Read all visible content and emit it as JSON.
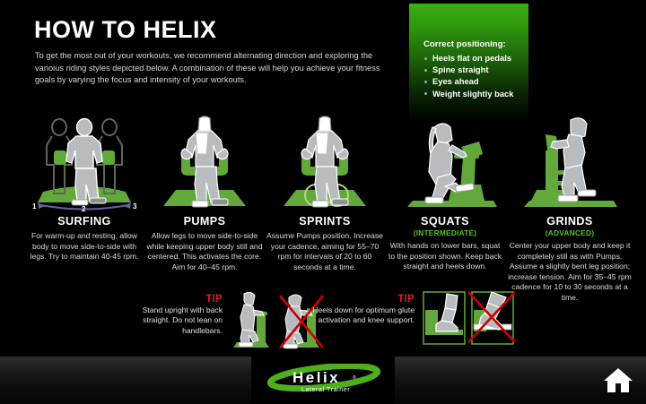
{
  "page": {
    "title": "HOW TO HELIX",
    "intro": "To get the most out of your workouts, we recommend alternating direction and exploring the varioius riding styles depicted below. A combination of these will help you achieve your fitness goals by varying the focus and intensity of your workouts."
  },
  "correct_positioning": {
    "heading": "Correct positioning:",
    "items": [
      "Heels flat on pedals",
      "Spine straight",
      "Eyes ahead",
      "Weight slightly back"
    ]
  },
  "exercises": [
    {
      "name": "SURFING",
      "level": "",
      "description": "For warm-up and resting, allow body to move side-to-side with legs. Try to maintain 40-45 rpm.",
      "art": "surfing-figure-front-view",
      "markers": [
        "1",
        "2",
        "3"
      ]
    },
    {
      "name": "PUMPS",
      "level": "",
      "description": "Allow legs to move side-to-side while keeping upper body still and centered. This activates the core. Aim for 40–45 rpm.",
      "art": "pumps-figure-front-view",
      "markers": []
    },
    {
      "name": "SPRINTS",
      "level": "",
      "description": "Assume Pumps position. Increase your cadence, aiming for 55–70 rpm for intervals of 20 to 60 seconds at a time.",
      "art": "sprints-figure-front-view",
      "markers": []
    },
    {
      "name": "SQUATS",
      "level": "(INTERMEDIATE)",
      "description": "With hands on lower bars, squat to the position shown. Keep back straight and heels down.",
      "art": "squats-figure-side-view",
      "markers": []
    },
    {
      "name": "GRINDS",
      "level": "(ADVANCED)",
      "description": "Center your upper body and keep it completely still as with Pumps. Assume a slightly bent leg position; increase tension. Aim for 35–45 rpm cadence for 10 to 30 seconds at a time.",
      "art": "grinds-figure-side-view",
      "markers": []
    }
  ],
  "tips": [
    {
      "label": "TIP",
      "text": "Stand upright with back straight. Do not lean on handlebars.",
      "art": "posture-correct-and-incorrect"
    },
    {
      "label": "TIP",
      "text": "Heels down for optimum glute activation and knee support.",
      "art": "foot-correct-and-incorrect"
    }
  ],
  "footer": {
    "brand": "Helix",
    "tagline": "Lateral Trainer",
    "home_icon": "home-icon"
  },
  "colors": {
    "accent_green": "#58c21f",
    "machine_green": "#63a83a",
    "tip_red": "#d3202a",
    "body_gray": "#b9bcbe",
    "background": "#000000"
  }
}
